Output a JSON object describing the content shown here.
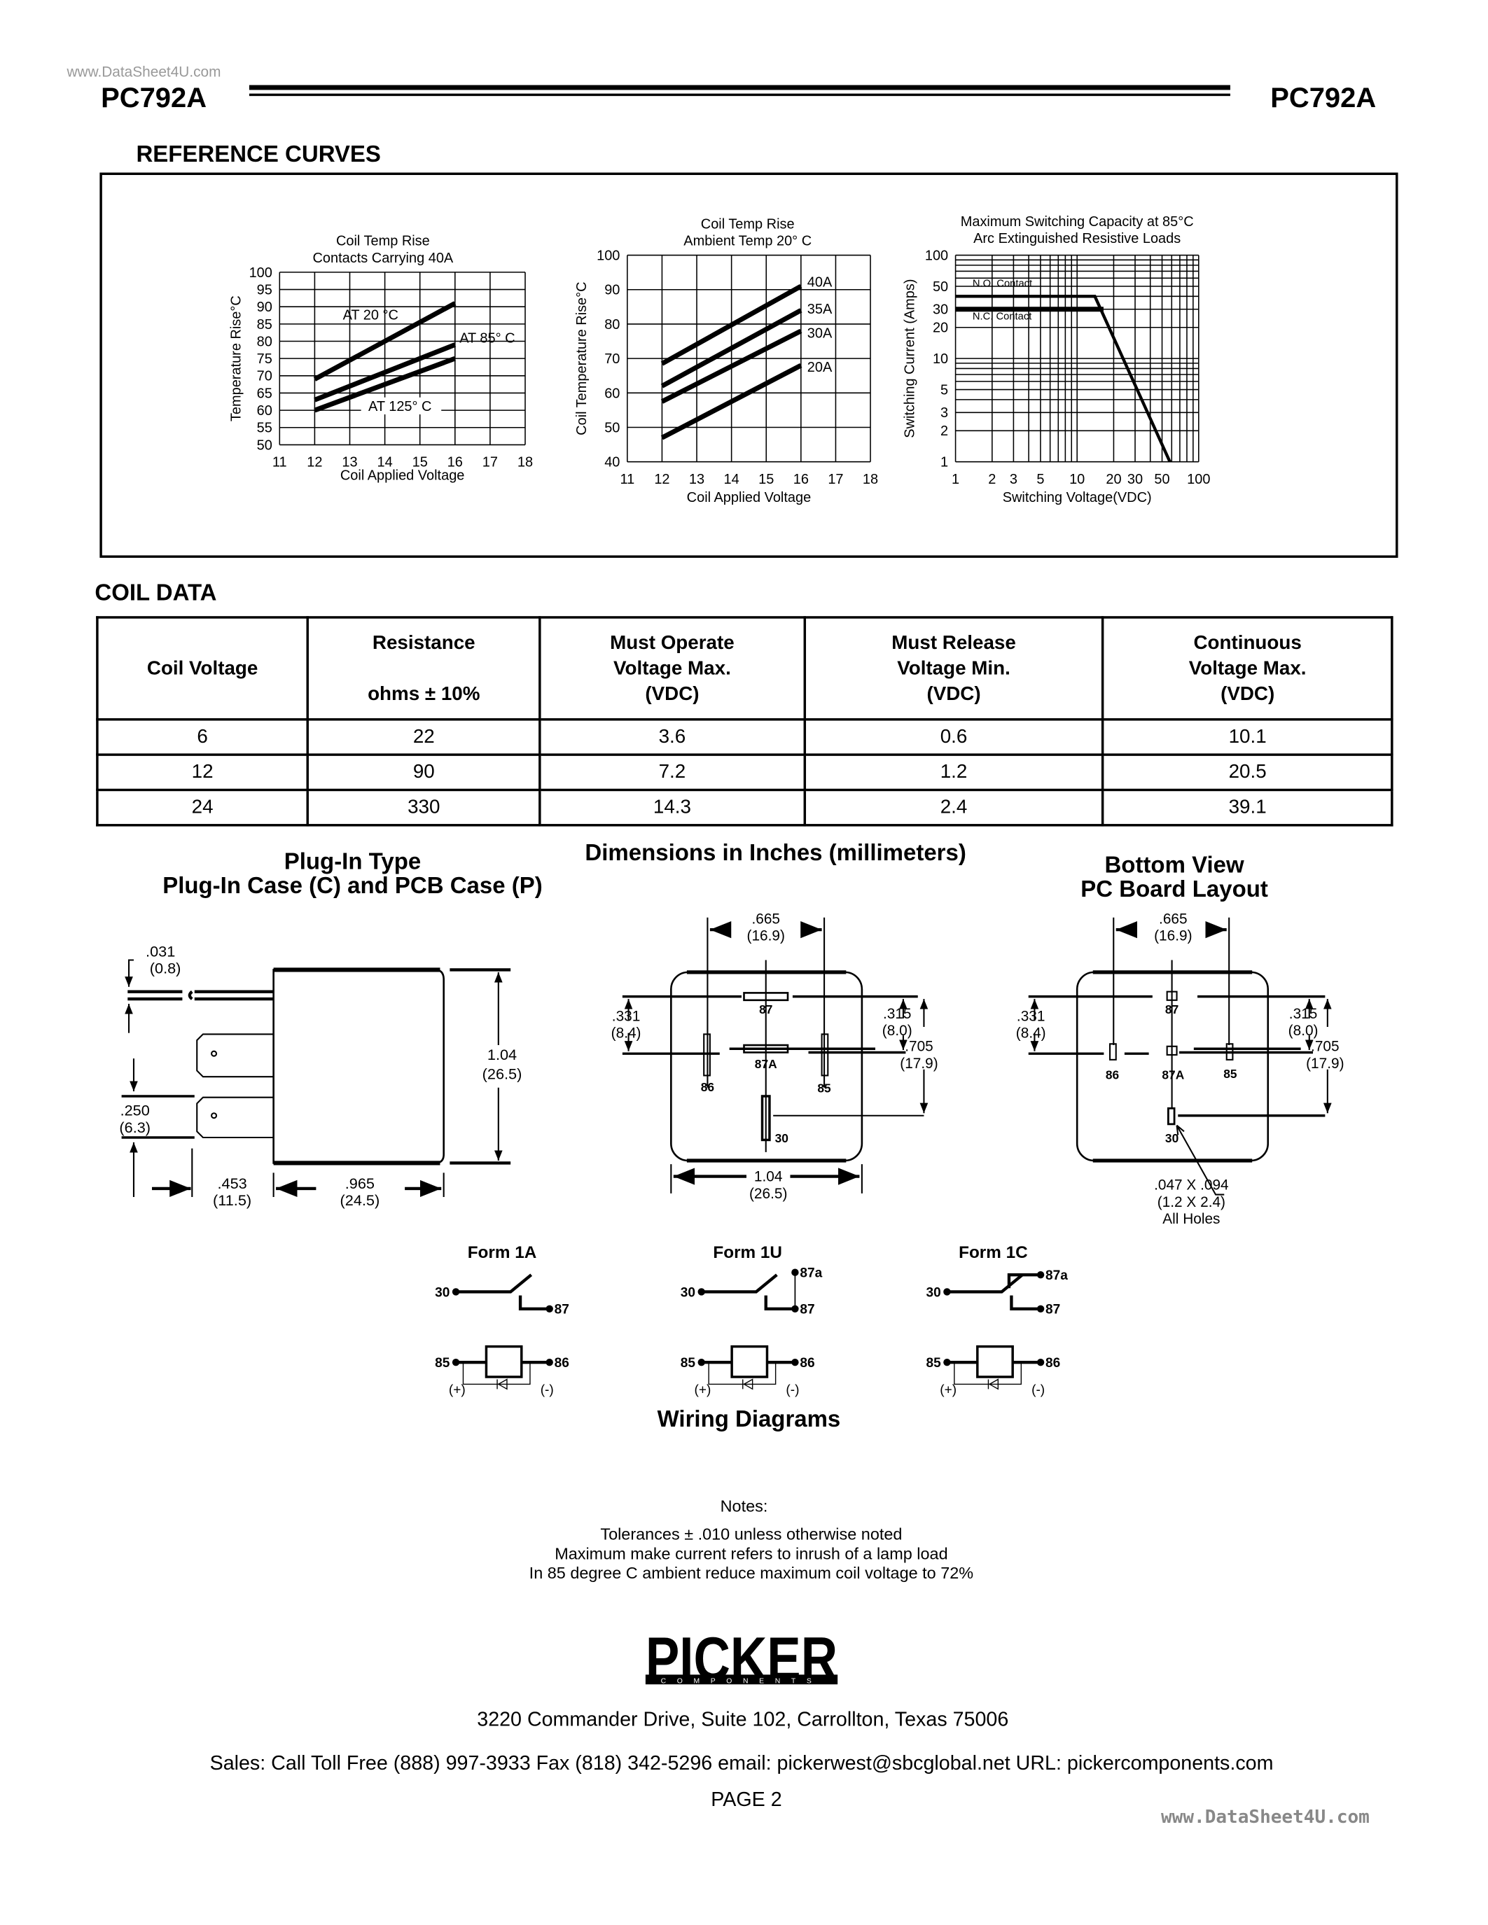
{
  "header": {
    "watermark_top": "www.DataSheet4U.com",
    "title_left": "PC792A",
    "title_right": "PC792A"
  },
  "reference_curves": {
    "heading": "REFERENCE CURVES"
  },
  "chart_data": [
    {
      "type": "line",
      "title": [
        "Coil Temp Rise",
        "Contacts Carrying 40A"
      ],
      "xlabel": "Coil Applied Voltage",
      "ylabel": "Temperature Rise°C",
      "xlim": [
        11,
        18
      ],
      "ylim": [
        50,
        100
      ],
      "xticks": [
        11,
        12,
        13,
        14,
        15,
        16,
        17,
        18
      ],
      "yticks": [
        50,
        55,
        60,
        65,
        70,
        75,
        80,
        85,
        90,
        95,
        100
      ],
      "grid": true,
      "series": [
        {
          "name": "AT 20 °C",
          "x": [
            12,
            16
          ],
          "y": [
            69,
            91
          ]
        },
        {
          "name": "AT 85° C",
          "x": [
            12,
            16
          ],
          "y": [
            63,
            79
          ]
        },
        {
          "name": "AT 125° C",
          "x": [
            12,
            16
          ],
          "y": [
            60,
            75
          ]
        }
      ]
    },
    {
      "type": "line",
      "title": [
        "Coil Temp Rise",
        "Ambient Temp 20° C"
      ],
      "xlabel": "Coil Applied Voltage",
      "ylabel": "Coil Temperature Rise°C",
      "xlim": [
        11,
        18
      ],
      "ylim": [
        40,
        100
      ],
      "xticks": [
        11,
        12,
        13,
        14,
        15,
        16,
        17,
        18
      ],
      "yticks": [
        40,
        50,
        60,
        70,
        80,
        90,
        100
      ],
      "grid": true,
      "series": [
        {
          "name": "40A",
          "x": [
            12,
            16
          ],
          "y": [
            68.5,
            91
          ]
        },
        {
          "name": "35A",
          "x": [
            12,
            16
          ],
          "y": [
            62,
            84
          ]
        },
        {
          "name": "30A",
          "x": [
            12,
            16
          ],
          "y": [
            57.5,
            78
          ]
        },
        {
          "name": "20A",
          "x": [
            12,
            16
          ],
          "y": [
            47,
            68
          ]
        }
      ]
    },
    {
      "type": "line",
      "title": [
        "Maximum Switching Capacity at 85°C",
        "Arc Extinguished Resistive Loads"
      ],
      "xlabel": "Switching Voltage(VDC)",
      "ylabel": "Switching Current (Amps)",
      "xscale": "log",
      "yscale": "log",
      "xlim": [
        1,
        100
      ],
      "ylim": [
        1,
        100
      ],
      "xticks": [
        1,
        2,
        3,
        5,
        10,
        20,
        30,
        50,
        100
      ],
      "yticks": [
        1,
        2,
        3,
        5,
        10,
        20,
        30,
        50,
        100
      ],
      "grid": true,
      "series": [
        {
          "name": "N.O. Contact",
          "x": [
            1,
            14,
            58
          ],
          "y": [
            40,
            40,
            1
          ]
        },
        {
          "name": "N.C. Contact",
          "x": [
            1,
            16.5
          ],
          "y": [
            30,
            30
          ]
        }
      ]
    }
  ],
  "coil_data": {
    "heading": "COIL DATA",
    "columns": [
      [
        "Coil Voltage"
      ],
      [
        "Resistance",
        "",
        "ohms ± 10%"
      ],
      [
        "Must Operate",
        "Voltage Max.",
        "(VDC)"
      ],
      [
        "Must Release",
        "Voltage Min.",
        "(VDC)"
      ],
      [
        "Continuous",
        "Voltage Max.",
        "(VDC)"
      ]
    ],
    "rows": [
      [
        "6",
        "22",
        "3.6",
        "0.6",
        "10.1"
      ],
      [
        "12",
        "90",
        "7.2",
        "1.2",
        "20.5"
      ],
      [
        "24",
        "330",
        "14.3",
        "2.4",
        "39.1"
      ]
    ]
  },
  "dimensions": {
    "plug_in_title": [
      "Plug-In Type",
      "Plug-In Case (C) and PCB Case (P)"
    ],
    "center_title": "Dimensions in Inches (millimeters)",
    "bottom_title": [
      "Bottom View",
      "PC Board Layout"
    ],
    "side": {
      "d031": [
        ".031",
        "(0.8)"
      ],
      "d250": [
        ".250",
        "(6.3)"
      ],
      "d104": [
        "1.04",
        "(26.5)"
      ],
      "d453": [
        ".453",
        "(11.5)"
      ],
      "d965": [
        ".965",
        "(24.5)"
      ]
    },
    "top": {
      "d665": [
        ".665",
        "(16.9)"
      ],
      "d331": [
        ".331",
        "(8.4)"
      ],
      "d315": [
        ".315",
        "(8.0)"
      ],
      "d705": [
        ".705",
        "(17.9)"
      ],
      "d104": [
        "1.04",
        "(26.5)"
      ],
      "pins": [
        "87",
        "86",
        "87A",
        "85",
        "30"
      ]
    },
    "bottom": {
      "d665": [
        ".665",
        "(16.9)"
      ],
      "d331": [
        ".331",
        "(8.4)"
      ],
      "d315": [
        ".315",
        "(8.0)"
      ],
      "d705": [
        ".705",
        "(17.9)"
      ],
      "pins": [
        "87",
        "86",
        "87A",
        "85",
        "30"
      ],
      "holes": [
        ".047 X .094",
        "(1.2 X 2.4)",
        "All Holes"
      ]
    }
  },
  "wiring": {
    "title": "Wiring Diagrams",
    "forms": [
      {
        "name": "Form 1A",
        "type": "1A",
        "labels": {
          "common": "30",
          "no": "87",
          "coil_pos": "85",
          "coil_neg": "86",
          "plus": "(+)",
          "minus": "(-)"
        }
      },
      {
        "name": "Form 1U",
        "type": "1U",
        "labels": {
          "common": "30",
          "no": "87",
          "nc": "87a",
          "coil_pos": "85",
          "coil_neg": "86",
          "plus": "(+)",
          "minus": "(-)"
        }
      },
      {
        "name": "Form 1C",
        "type": "1C",
        "labels": {
          "common": "30",
          "no": "87",
          "nc": "87a",
          "coil_pos": "85",
          "coil_neg": "86",
          "plus": "(+)",
          "minus": "(-)"
        }
      }
    ]
  },
  "notes": {
    "heading": "Notes:",
    "lines": [
      "Tolerances ± .010 unless otherwise noted",
      "Maximum make current refers to inrush of a lamp load",
      "In 85 degree C ambient reduce maximum coil voltage to 72%"
    ]
  },
  "logo": {
    "text": "PICKER",
    "sub": "COMPONENTS"
  },
  "footer": {
    "address": "3220 Commander Drive, Suite 102, Carrollton, Texas 75006",
    "sales": "Sales:  Call Toll Free (888) 997-3933  Fax (818) 342-5296  email:  pickerwest@sbcglobal.net  URL:  pickercomponents.com",
    "page": "PAGE 2",
    "watermark_bottom": "www.DataSheet4U.com"
  }
}
